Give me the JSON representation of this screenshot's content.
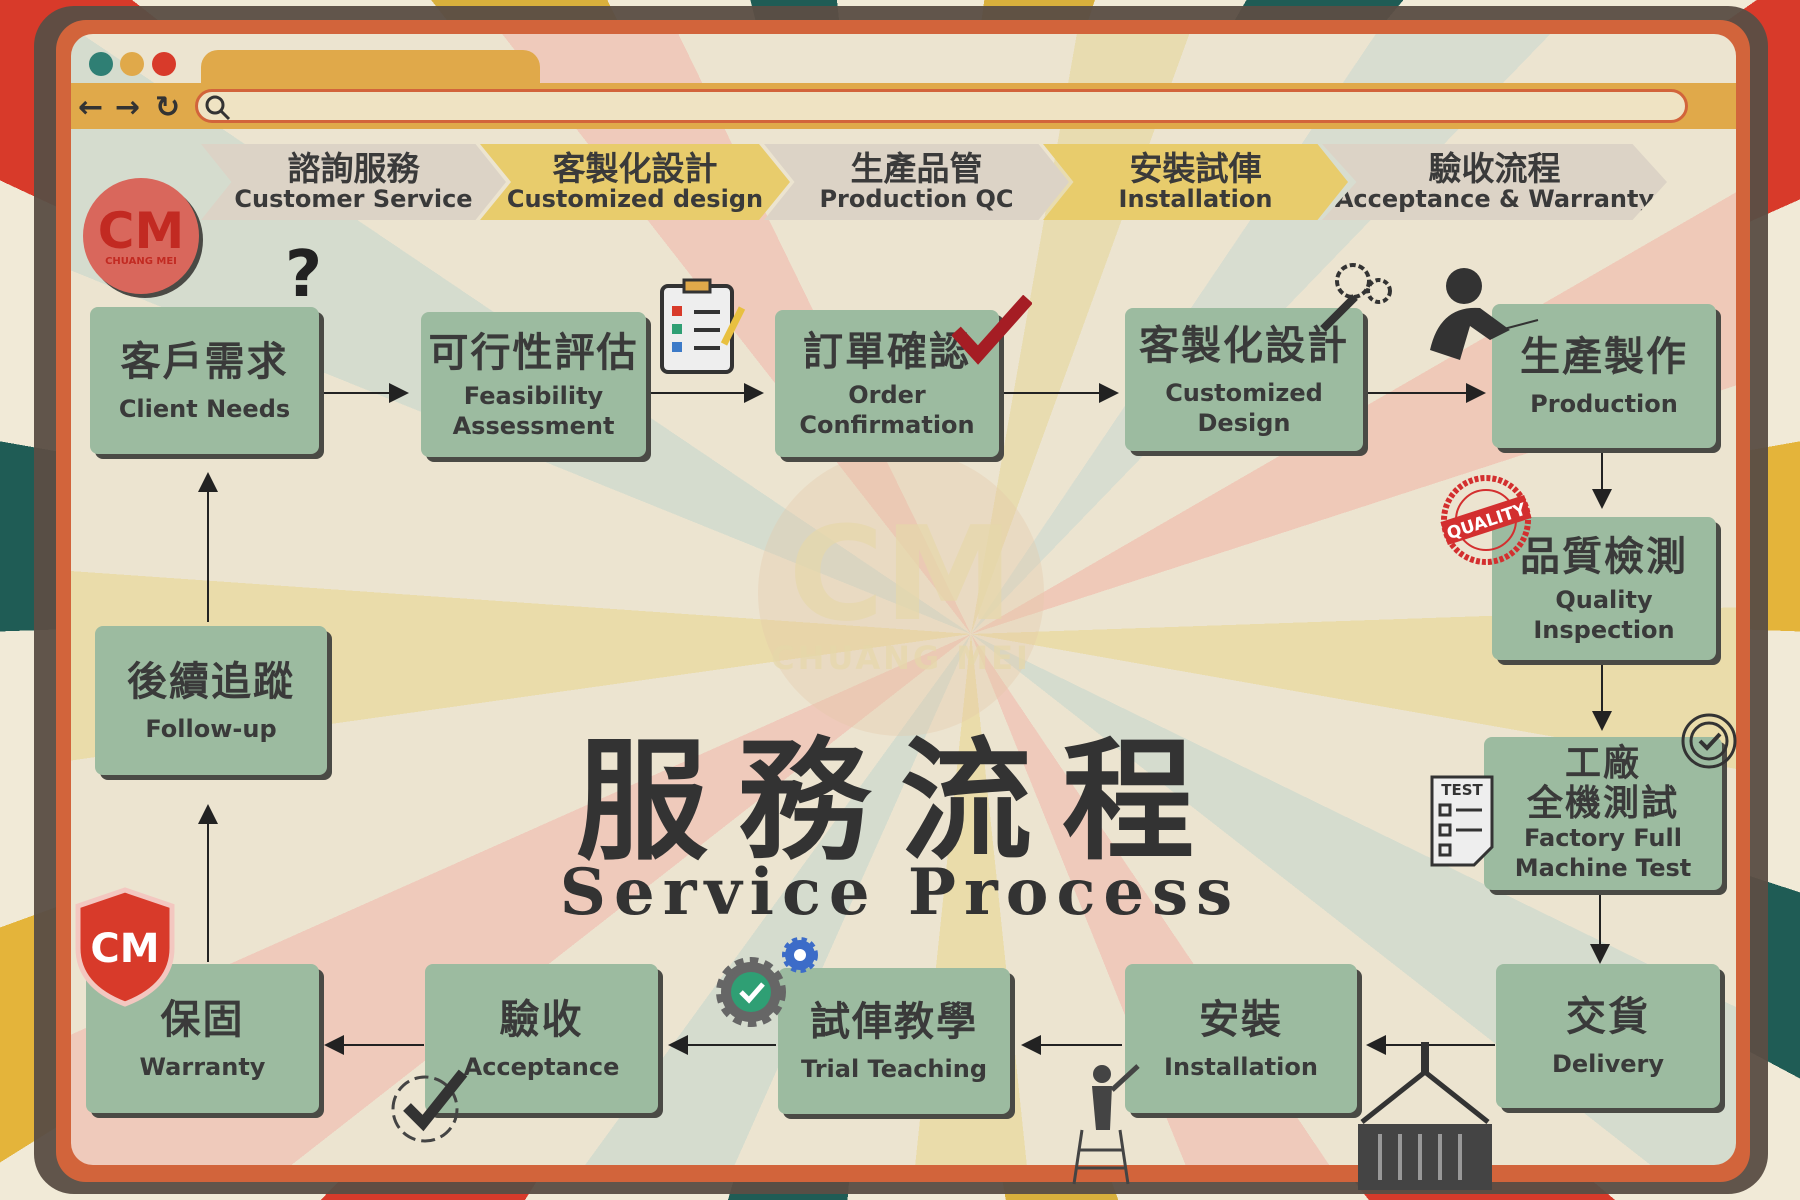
{
  "browser": {
    "dots": [
      "#2f7f74",
      "#e0a94a",
      "#d83a2a"
    ]
  },
  "header_steps": [
    {
      "zh": "諮詢服務",
      "en": "Customer Service",
      "color": "#dcd3c6"
    },
    {
      "zh": "客製化設計",
      "en": "Customized design",
      "color": "#e8cc6c"
    },
    {
      "zh": "生產品管",
      "en": "Production QC",
      "color": "#dcd3c6"
    },
    {
      "zh": "安裝試俥",
      "en": "Installation",
      "color": "#e8cc6c"
    },
    {
      "zh": "驗收流程",
      "en": "Acceptance & Warranty",
      "color": "#dcd3c6"
    }
  ],
  "logo": {
    "mark": "CM",
    "name": "CHUANG MEI"
  },
  "steps": {
    "client": {
      "zh": "客戶需求",
      "en": "Client Needs"
    },
    "feasibility": {
      "zh": "可行性評估",
      "en1": "Feasibility",
      "en2": "Assessment"
    },
    "order": {
      "zh": "訂單確認",
      "en1": "Order",
      "en2": "Confirmation"
    },
    "design": {
      "zh": "客製化設計",
      "en": "Customized Design"
    },
    "production": {
      "zh": "生產製作",
      "en": "Production"
    },
    "quality": {
      "zh": "品質檢測",
      "en1": "Quality",
      "en2": "Inspection"
    },
    "factory": {
      "zh1": "工廠",
      "zh2": "全機測試",
      "en1": "Factory Full",
      "en2": "Machine Test"
    },
    "delivery": {
      "zh": "交貨",
      "en": "Delivery"
    },
    "installation": {
      "zh": "安裝",
      "en": "Installation"
    },
    "trial": {
      "zh": "試俥教學",
      "en": "Trial Teaching"
    },
    "acceptance": {
      "zh": "驗收",
      "en": "Acceptance"
    },
    "warranty": {
      "zh": "保固",
      "en": "Warranty"
    },
    "followup": {
      "zh": "後續追蹤",
      "en": "Follow-up"
    }
  },
  "title": {
    "zh": "服務流程",
    "en": "Service Process"
  },
  "stamps": {
    "quality": "QUALITY",
    "test": "TEST"
  }
}
